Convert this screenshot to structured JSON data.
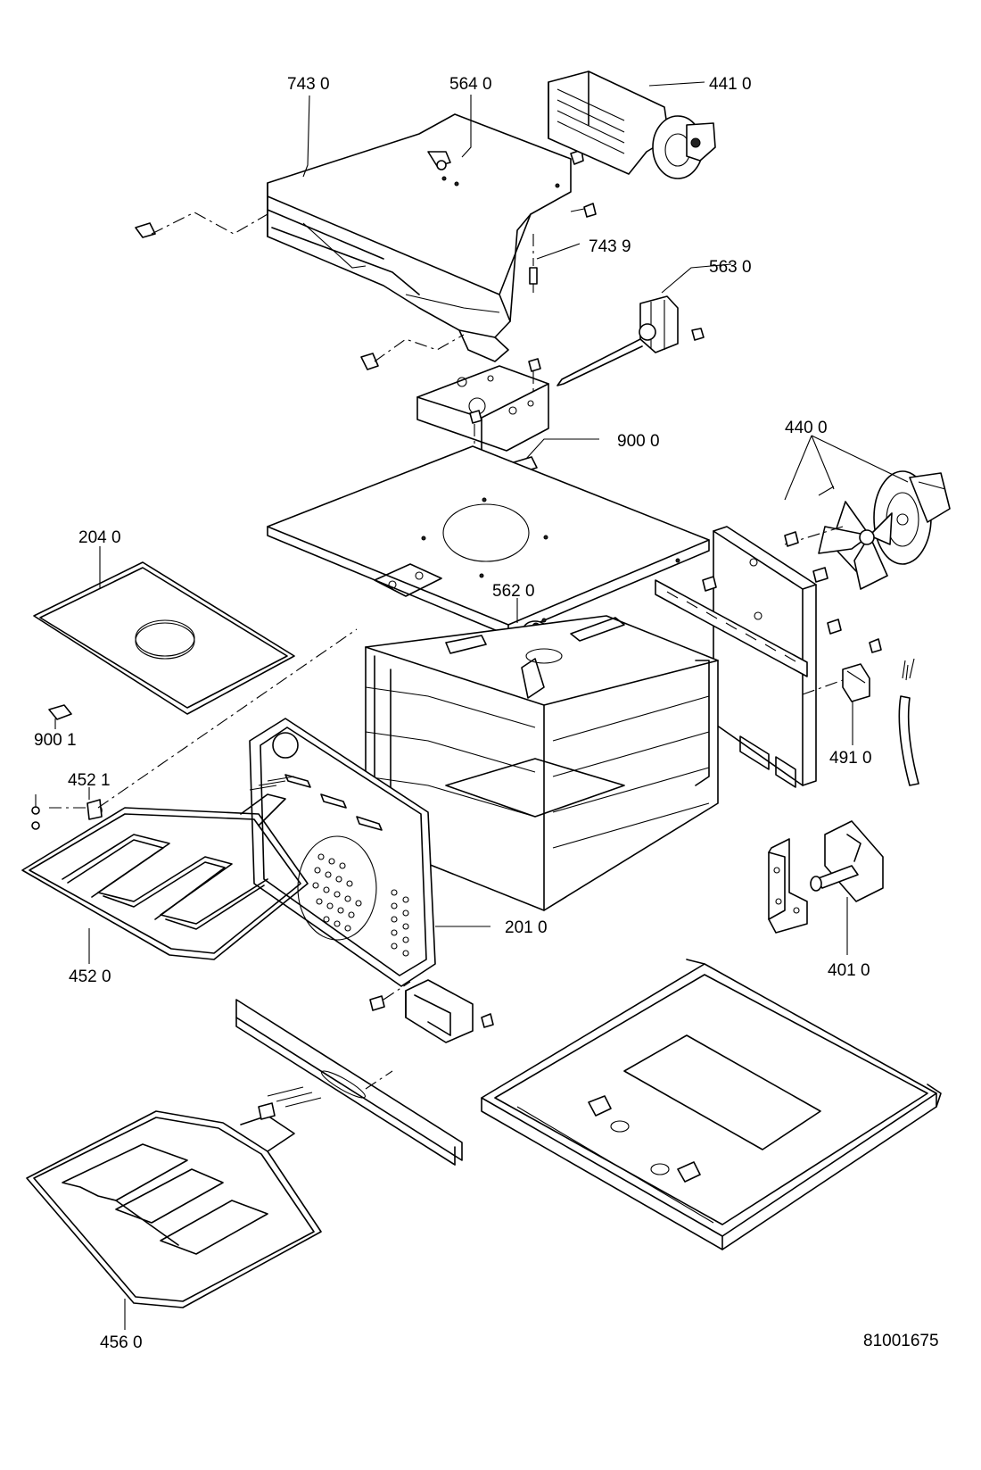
{
  "diagram": {
    "drawing_number": "81001675",
    "part_labels": {
      "p7430": "743 0",
      "p5640": "564 0",
      "p4410": "441 0",
      "p7439": "743 9",
      "p5630": "563 0",
      "p4400": "440 0",
      "p9000": "900 0",
      "p2040": "204 0",
      "p5620": "562 0",
      "p9001": "900 1",
      "p4521": "452 1",
      "p4910": "491 0",
      "p2010": "201 0",
      "p4010": "401 0",
      "p4520": "452 0",
      "p4560": "456 0"
    }
  }
}
